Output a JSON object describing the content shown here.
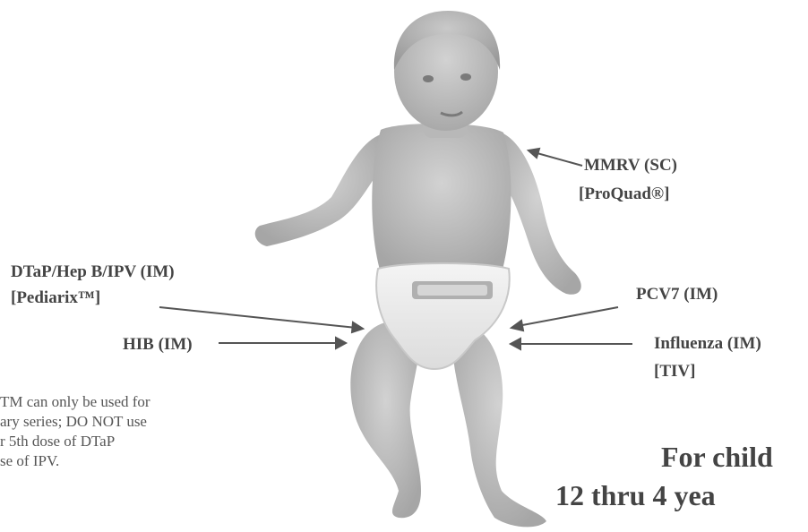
{
  "labels": {
    "mmrv": {
      "name": "MMRV (SC)",
      "brand": "[ProQuad®]"
    },
    "dtap": {
      "name": "DTaP/Hep B/IPV (IM)",
      "brand": "[Pediarix™]"
    },
    "hib": {
      "name": "HIB (IM)"
    },
    "pcv": {
      "name": "PCV7 (IM)"
    },
    "flu": {
      "name": "Influenza (IM)",
      "brand": "[TIV]"
    }
  },
  "note": {
    "line1": "TM can only be used for",
    "line2": "ary series; DO NOT use",
    "line3": "r 5th dose of DTaP",
    "line4": "se of IPV."
  },
  "heading": {
    "line1": "For child",
    "line2": "12 thru 4 yea"
  },
  "colors": {
    "text": "#444444",
    "arrow": "#555555",
    "photo_skin": "#b9b9b9",
    "background": "#ffffff"
  }
}
